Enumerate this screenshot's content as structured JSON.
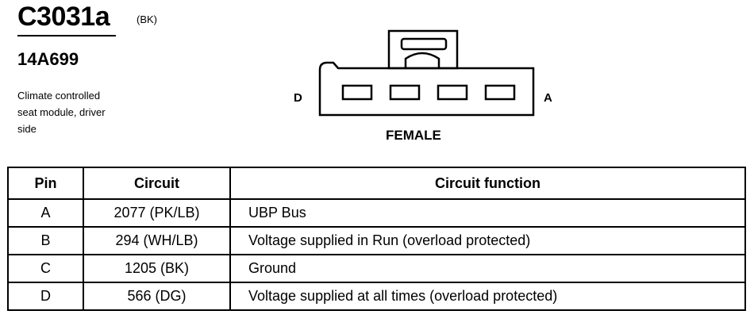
{
  "connector": {
    "id": "C3031a",
    "color": "(BK)",
    "part_number": "14A699",
    "description_lines": [
      "Climate controlled",
      "seat module, driver",
      "side"
    ]
  },
  "diagram": {
    "left_label": "D",
    "right_label": "A",
    "gender": "FEMALE"
  },
  "table": {
    "headers": [
      "Pin",
      "Circuit",
      "Circuit function"
    ],
    "rows": [
      {
        "pin": "A",
        "circuit": "2077 (PK/LB)",
        "function": "UBP Bus"
      },
      {
        "pin": "B",
        "circuit": "294 (WH/LB)",
        "function": "Voltage supplied in Run (overload protected)"
      },
      {
        "pin": "C",
        "circuit": "1205 (BK)",
        "function": "Ground"
      },
      {
        "pin": "D",
        "circuit": "566 (DG)",
        "function": "Voltage supplied at all times (overload protected)"
      }
    ]
  }
}
